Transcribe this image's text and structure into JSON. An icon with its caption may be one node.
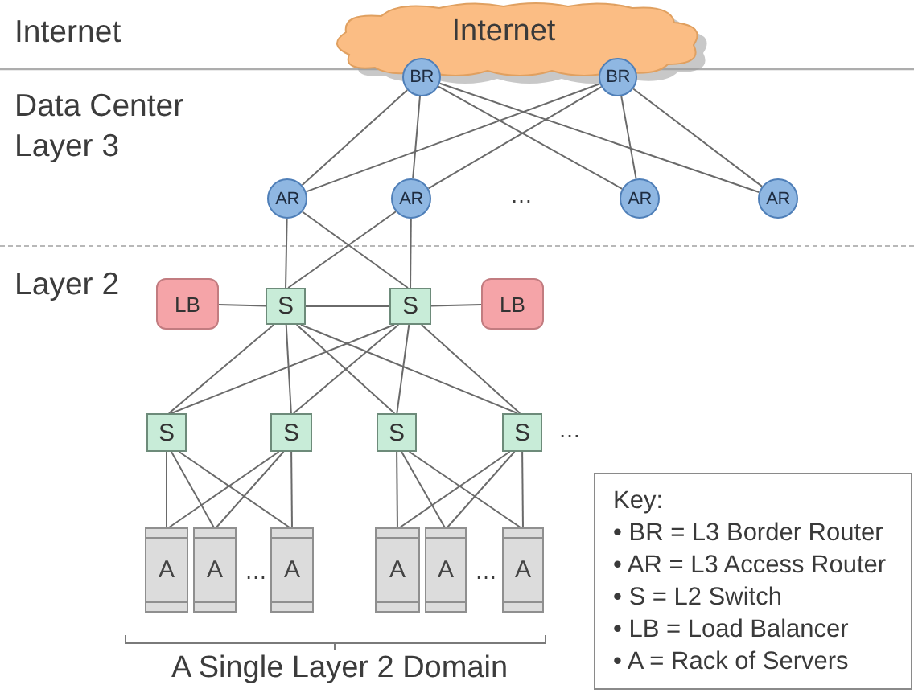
{
  "diagram": {
    "nodes": [
      {
        "text": [
          "Internet"
        ]
      },
      {
        "text": [
          "BR"
        ]
      },
      {
        "text": [
          "BR"
        ]
      },
      {
        "text": [
          "AR"
        ]
      },
      {
        "text": [
          "AR"
        ]
      },
      {
        "text": [
          "AR"
        ]
      },
      {
        "text": [
          "AR"
        ]
      },
      {
        "text": [
          "LB"
        ]
      },
      {
        "text": [
          "S"
        ]
      },
      {
        "text": [
          "S"
        ]
      },
      {
        "text": [
          "LB"
        ]
      },
      {
        "text": [
          "S"
        ]
      },
      {
        "text": [
          "S"
        ]
      },
      {
        "text": [
          "S"
        ]
      },
      {
        "text": [
          "S"
        ]
      },
      {
        "text": [
          "A"
        ]
      },
      {
        "text": [
          "A"
        ]
      },
      {
        "text": [
          "A"
        ]
      },
      {
        "text": [
          "A"
        ]
      },
      {
        "text": [
          "A"
        ]
      },
      {
        "text": [
          "A"
        ]
      },
      {
        "text": [
          "Key:",
          "• BR = L3 Border Router",
          "• AR = L3 Access Router",
          "• S = L2 Switch",
          "• LB = Load Balancer",
          "• A = Rack of Servers"
        ]
      }
    ],
    "edges": [
      {
        "from": 1,
        "to": 3,
        "arrow": "none"
      },
      {
        "from": 1,
        "to": 4,
        "arrow": "none"
      },
      {
        "from": 1,
        "to": 5,
        "arrow": "none"
      },
      {
        "from": 1,
        "to": 6,
        "arrow": "none"
      },
      {
        "from": 2,
        "to": 3,
        "arrow": "none"
      },
      {
        "from": 2,
        "to": 4,
        "arrow": "none"
      },
      {
        "from": 2,
        "to": 5,
        "arrow": "none"
      },
      {
        "from": 2,
        "to": 6,
        "arrow": "none"
      },
      {
        "from": 3,
        "to": 8,
        "arrow": "none"
      },
      {
        "from": 3,
        "to": 9,
        "arrow": "none"
      },
      {
        "from": 4,
        "to": 8,
        "arrow": "none"
      },
      {
        "from": 4,
        "to": 9,
        "arrow": "none"
      },
      {
        "from": 7,
        "to": 8,
        "arrow": "none"
      },
      {
        "from": 8,
        "to": 9,
        "arrow": "none"
      },
      {
        "from": 9,
        "to": 10,
        "arrow": "none"
      },
      {
        "from": 8,
        "to": 11,
        "arrow": "none"
      },
      {
        "from": 8,
        "to": 12,
        "arrow": "none"
      },
      {
        "from": 8,
        "to": 13,
        "arrow": "none"
      },
      {
        "from": 8,
        "to": 14,
        "arrow": "none"
      },
      {
        "from": 9,
        "to": 11,
        "arrow": "none"
      },
      {
        "from": 9,
        "to": 12,
        "arrow": "none"
      },
      {
        "from": 9,
        "to": 13,
        "arrow": "none"
      },
      {
        "from": 9,
        "to": 14,
        "arrow": "none"
      },
      {
        "from": 11,
        "to": 15,
        "arrow": "none"
      },
      {
        "from": 11,
        "to": 16,
        "arrow": "none"
      },
      {
        "from": 11,
        "to": 17,
        "arrow": "none"
      },
      {
        "from": 12,
        "to": 15,
        "arrow": "none"
      },
      {
        "from": 12,
        "to": 16,
        "arrow": "none"
      },
      {
        "from": 12,
        "to": 17,
        "arrow": "none"
      },
      {
        "from": 13,
        "to": 18,
        "arrow": "none"
      },
      {
        "from": 13,
        "to": 19,
        "arrow": "none"
      },
      {
        "from": 13,
        "to": 20,
        "arrow": "none"
      },
      {
        "from": 14,
        "to": 18,
        "arrow": "none"
      },
      {
        "from": 14,
        "to": 19,
        "arrow": "none"
      },
      {
        "from": 14,
        "to": 20,
        "arrow": "none"
      }
    ],
    "labels": [
      "Internet",
      "Data Center Layer 3",
      "…",
      "Layer 2",
      "…",
      "…",
      "…",
      "A Single Layer 2 Domain"
    ]
  }
}
